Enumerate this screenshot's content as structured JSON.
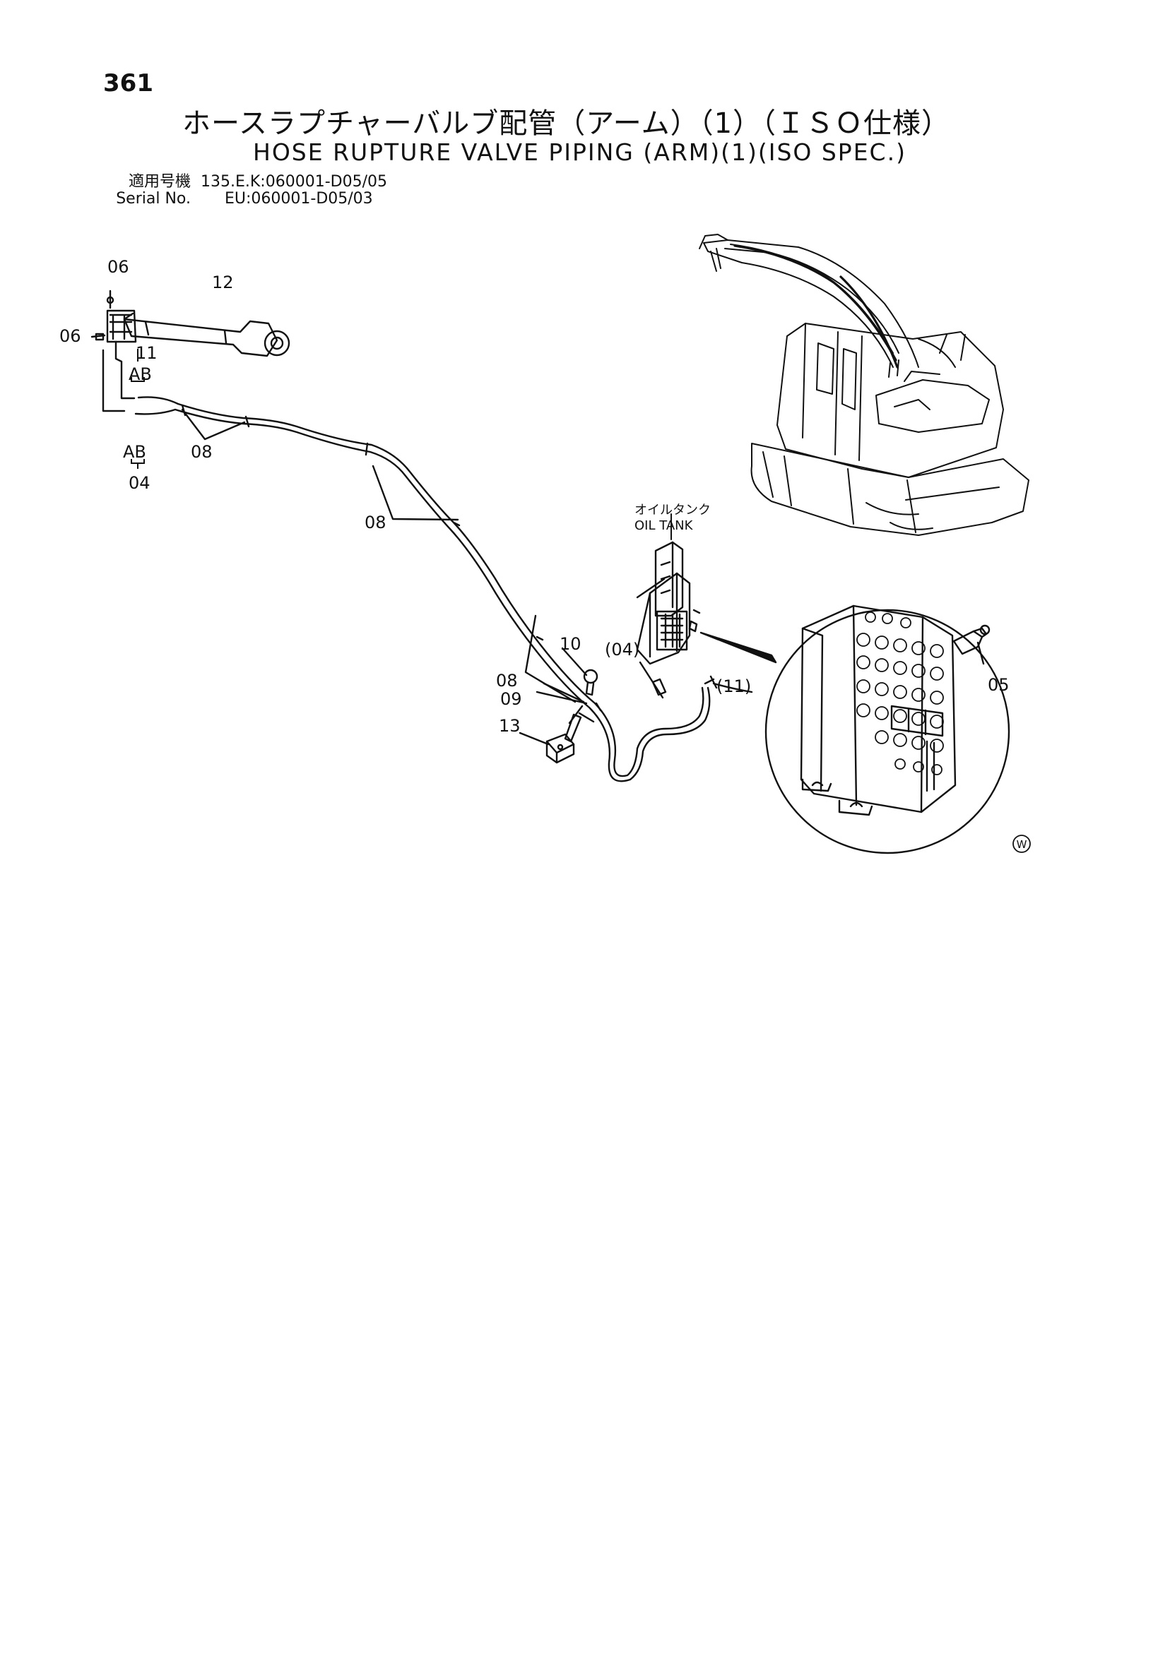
{
  "page": {
    "number": "361",
    "title_jp": "ホースラプチャーバルブ配管（アーム）（1）（ＩＳＯ仕様）",
    "title_en": "HOSE RUPTURE VALVE PIPING (ARM)(1)(ISO SPEC.)"
  },
  "serial": {
    "label_jp": "適用号機",
    "label_en": "Serial No.",
    "value_1": "135.E.K:060001-D05/05",
    "value_2": "EU:060001-D05/03"
  },
  "labels": {
    "p06_top": "06",
    "p06_left": "06",
    "p12": "12",
    "p11_top": "11",
    "ab_top": "AB",
    "ab_bottom": "AB",
    "p04": "04",
    "p08_a": "08",
    "p08_b": "08",
    "p08_c": "08",
    "p10": "10",
    "p04_paren": "(04)",
    "p09": "09",
    "p11_paren": "(11)",
    "p13": "13",
    "p05": "05",
    "oil_tank_jp": "オイルタンク",
    "oil_tank_en": "OIL TANK",
    "w_mark": "W"
  }
}
